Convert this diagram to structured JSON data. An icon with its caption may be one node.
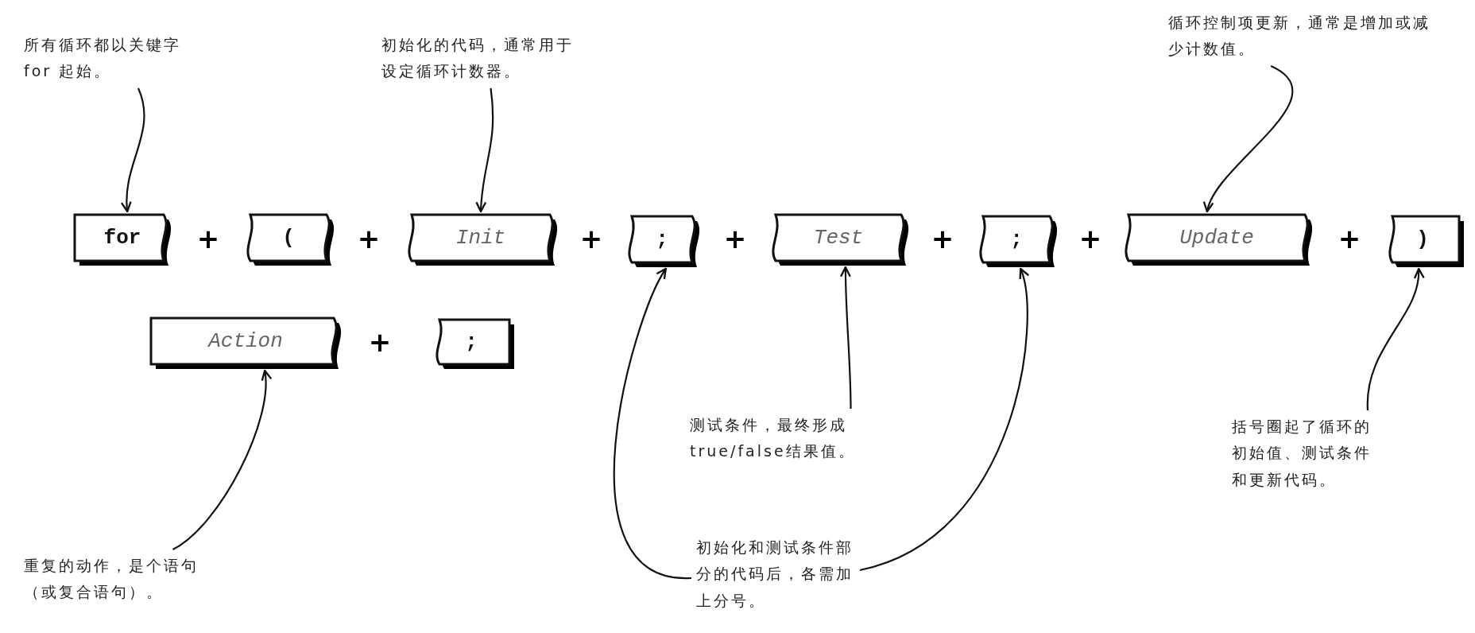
{
  "diagram": {
    "nodes": [
      {
        "text": [
          "所有循环都以关键字 for 起始。"
        ]
      },
      {
        "text": [
          "初始化的代码，通常用于设定循环计数器。"
        ]
      },
      {
        "text": [
          "循环控制项更新，通常是增加或减少计数值。"
        ]
      },
      {
        "text": [
          "for"
        ]
      },
      {
        "text": [
          "("
        ]
      },
      {
        "text": [
          "Init"
        ]
      },
      {
        "text": [
          ";"
        ]
      },
      {
        "text": [
          "Test"
        ]
      },
      {
        "text": [
          ";"
        ]
      },
      {
        "text": [
          "Update"
        ]
      },
      {
        "text": [
          ")"
        ]
      },
      {
        "text": [
          "Action"
        ]
      },
      {
        "text": [
          ";"
        ]
      },
      {
        "text": [
          "测试条件，最终形成true/false结果值。"
        ]
      },
      {
        "text": [
          "括号圈起了循环的初始值、测试条件和更新代码。"
        ]
      },
      {
        "text": [
          "重复的动作，是个语句（或复合语句）。"
        ]
      },
      {
        "text": [
          "初始化和测试条件部分的代码后，各需加上分号。"
        ]
      }
    ],
    "edges": [
      {
        "from": 0,
        "to": 3,
        "arrow": "to"
      },
      {
        "from": 1,
        "to": 5,
        "arrow": "to"
      },
      {
        "from": 2,
        "to": 9,
        "arrow": "to"
      },
      {
        "from": 13,
        "to": 7,
        "arrow": "to"
      },
      {
        "from": 14,
        "to": 10,
        "arrow": "to"
      },
      {
        "from": 15,
        "to": 11,
        "arrow": "to"
      },
      {
        "from": 16,
        "to": 6,
        "arrow": "to"
      },
      {
        "from": 16,
        "to": 8,
        "arrow": "to"
      }
    ],
    "labels": [
      "+",
      "+",
      "+",
      "+",
      "+",
      "+",
      "+",
      "+"
    ]
  }
}
